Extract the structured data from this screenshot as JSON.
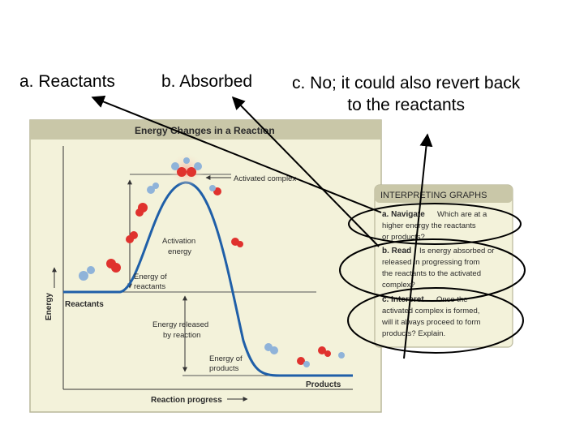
{
  "answers": {
    "a": "a.  Reactants",
    "b": "b. Absorbed",
    "c_line1": "c. No; it could also revert back",
    "c_line2": "to the reactants"
  },
  "figure": {
    "title": "Energy Changes in a Reaction",
    "activated_complex": "Activated complex",
    "activation_energy_1": "Activation",
    "activation_energy_2": "energy",
    "energy_of_reactants_1": "Energy of",
    "energy_of_reactants_2": "reactants",
    "reactants": "Reactants",
    "energy_released_1": "Energy released",
    "energy_released_2": "by reaction",
    "energy_of_products_1": "Energy of",
    "energy_of_products_2": "products",
    "products": "Products",
    "y_axis": "Energy",
    "x_axis": "Reaction progress"
  },
  "interpreting": {
    "heading": "INTERPRETING GRAPHS",
    "a_label": "a. Navigate",
    "a_line1": "Which are at a",
    "a_line2": "higher energy the reactants",
    "a_line3": "or products?",
    "b_label": "b. Read",
    "b_line1": "Is energy absorbed or",
    "b_line2": "released in progressing from",
    "b_line3": "the reactants to the activated",
    "b_line4": "complex?",
    "c_label": "c. Interpret",
    "c_line1": "Once the",
    "c_line2": "activated complex is formed,",
    "c_line3": "will it always proceed to form",
    "c_line4": "products? Explain."
  },
  "colors": {
    "curve": "#1f5fa8",
    "panel": "#f3f2da",
    "header": "#c9c7a8",
    "accent_red": "#e0322e",
    "ellipse": "#000000"
  }
}
